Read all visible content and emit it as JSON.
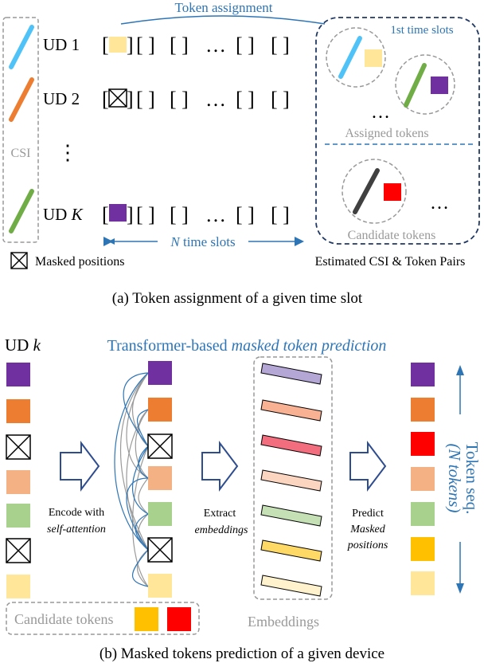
{
  "panel_a": {
    "title_arrow_label": "Token assignment",
    "ud_rows": [
      {
        "prefix": "UD",
        "index": "1",
        "first_token": "light-yellow"
      },
      {
        "prefix": "UD",
        "index": "2",
        "first_token": "masked"
      },
      {
        "prefix": "UD",
        "index": "K",
        "first_token": "purple"
      }
    ],
    "csi_label": "CSI",
    "bracket_open": "[",
    "bracket_close": "]",
    "bracket_pair": "[  ]",
    "ellipsis": "…",
    "vertical_ellipsis": "⋮",
    "time_slots_label_var": "N",
    "time_slots_label_text": " time slots",
    "masked_legend": "Masked positions",
    "first_slot_label": "1st time slots",
    "assigned_label": "Assigned tokens",
    "candidate_label": "Candidate tokens",
    "pairs_caption": "Estimated CSI & Token Pairs",
    "caption": "(a) Token assignment of a given time slot"
  },
  "panel_b": {
    "ud_label_prefix": "UD ",
    "ud_label_var": "k",
    "header_plain": "Transformer-based ",
    "header_italic": "masked token prediction",
    "step1_line1": "Encode with",
    "step1_line2": "self-attention",
    "step2_line1": "Extract",
    "step2_line2": "embeddings",
    "step3_line1": "Predict",
    "step3_line2": "Masked",
    "step3_line3": "positions",
    "candidate_tokens": "Candidate tokens",
    "embeddings_label": "Embeddings",
    "token_seq_line1": "Token seq.",
    "token_seq_line2": "(N tokens)",
    "caption": "(b) Masked tokens prediction of a given device"
  },
  "colors": {
    "purple": "#7030a0",
    "orange": "#ed7d31",
    "peach": "#f4b183",
    "green": "#a9d18e",
    "light_yellow": "#ffe699",
    "yellow": "#ffc000",
    "red": "#ff0000",
    "accent_blue": "#2e75b6",
    "navy": "#203864",
    "csi_cyan": "#4fc3f7",
    "csi_orange": "#ed7d31",
    "csi_green": "#70ad47",
    "lavender": "#b4a7d6",
    "salmon": "#f8b192",
    "rose": "#f26d7d",
    "light_peach": "#fbd5c0",
    "mint": "#c5e0b4",
    "gold": "#ffd966",
    "pale_yellow": "#fff2cc"
  }
}
